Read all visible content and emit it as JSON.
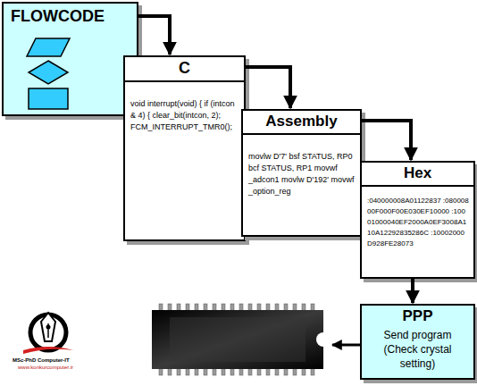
{
  "diagram": {
    "nodes": [
      {
        "text": [
          "FLOWCODE"
        ]
      },
      {
        "text": [
          "C",
          "void interrupt(void) { if (intcon & 4) { clear_bit(intcon, 2); FCM_INTERRUPT_TMR0();"
        ]
      },
      {
        "text": [
          "Assembly",
          "movlw D'7' bsf STATUS, RP0 bcf STATUS, RP1 movwf _adcon1 movlw D'192' movwf _option_reg"
        ]
      },
      {
        "text": [
          "Hex",
          ":040000008A01122837 :08000800F000F00E030EF10000 :10001000040EF2000A0EF3008A110A12292835286C :10002000D928FE28073"
        ]
      },
      {
        "text": [
          "PPP",
          "Send program (Check crystal setting)"
        ]
      }
    ],
    "edges": [
      {
        "from": 0,
        "to": 1,
        "arrow": "to"
      },
      {
        "from": 1,
        "to": 2,
        "arrow": "to"
      },
      {
        "from": 2,
        "to": 3,
        "arrow": "to"
      },
      {
        "from": 3,
        "to": 4,
        "arrow": "to"
      }
    ],
    "labels": [
      "MSc-PhD Computer-IT",
      "www.konkurcomputer.ir"
    ]
  }
}
